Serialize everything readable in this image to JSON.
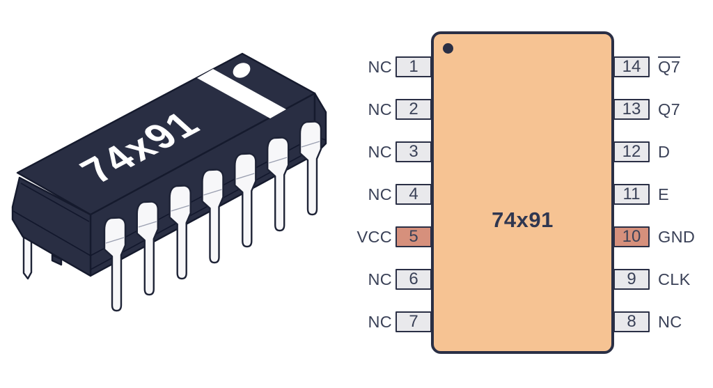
{
  "part_number": "74x91",
  "pinout": {
    "left_pins": [
      {
        "number": "1",
        "function": "NC"
      },
      {
        "number": "2",
        "function": "NC"
      },
      {
        "number": "3",
        "function": "NC"
      },
      {
        "number": "4",
        "function": "NC"
      },
      {
        "number": "5",
        "function": "VCC",
        "power": true
      },
      {
        "number": "6",
        "function": "NC"
      },
      {
        "number": "7",
        "function": "NC"
      }
    ],
    "right_pins": [
      {
        "number": "14",
        "function": "Q7",
        "overline": true
      },
      {
        "number": "13",
        "function": "Q7"
      },
      {
        "number": "12",
        "function": "D"
      },
      {
        "number": "11",
        "function": "E"
      },
      {
        "number": "10",
        "function": "GND",
        "power": true
      },
      {
        "number": "9",
        "function": "CLK"
      },
      {
        "number": "8",
        "function": "NC"
      }
    ],
    "pin1_marker": "filled-dot"
  },
  "chip_3d": {
    "part_number": "74x91",
    "visible_front_pins": 7,
    "pin1_dimple": "white-circle",
    "index_stripe": "white-diagonal-band"
  },
  "colors": {
    "background": "#FFFFFF",
    "outline": "#2A2F45",
    "ic_body_fill": "#F6C393",
    "pin_box_fill": "#E9E9EC",
    "power_pin_fill": "#D6907C",
    "label_text": "#3A4157",
    "chip3d_body": "#292E43",
    "chip3d_pin_fill": "#F7F7F9"
  }
}
